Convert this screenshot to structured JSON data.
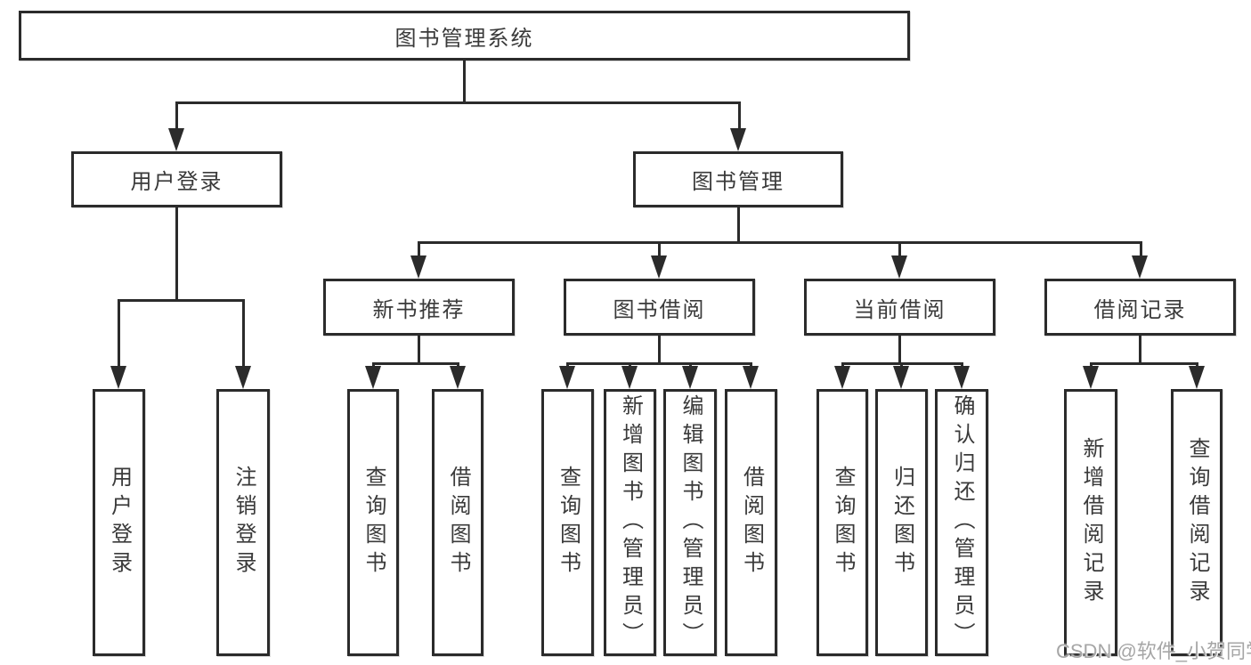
{
  "diagram": {
    "root": "图书管理系统",
    "level2": {
      "user_login": "用户登录",
      "book_mgmt": "图书管理"
    },
    "level3": {
      "new_book": "新书推荐",
      "book_borrow": "图书借阅",
      "current_borrow": "当前借阅",
      "borrow_records": "借阅记录"
    },
    "leaves": {
      "user_login": "用户登录",
      "logout": "注销登录",
      "newbook_query": "查询图书",
      "newbook_borrow": "借阅图书",
      "borrow_query": "查询图书",
      "borrow_add": "新增图书（管理员）",
      "borrow_edit": "编辑图书（管理员）",
      "borrow_borrow": "借阅图书",
      "current_query": "查询图书",
      "current_return": "归还图书",
      "current_confirm": "确认归还（管理员）",
      "records_add": "新增借阅记录",
      "records_query": "查询借阅记录"
    }
  },
  "watermark": "CSDN @软件_小贺同学",
  "colors": {
    "line": "#2b2b2b",
    "text": "#3a3a3a",
    "watermark": "#a6a6a6",
    "background": "#ffffff"
  }
}
